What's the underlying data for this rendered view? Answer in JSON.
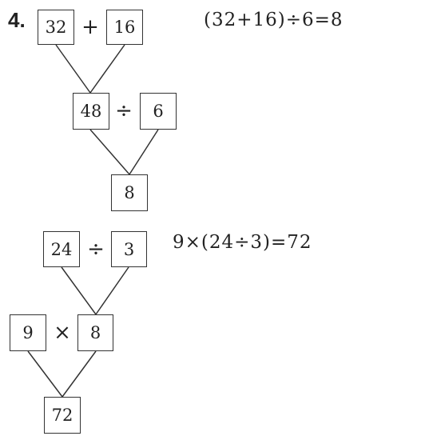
{
  "question_number": "4.",
  "tree1": {
    "top_left": "32",
    "top_op": "+",
    "top_right": "16",
    "mid_left": "48",
    "mid_op": "÷",
    "mid_right": "6",
    "result": "8",
    "equation": "(32+16)÷6=8"
  },
  "tree2": {
    "top_left": "24",
    "top_op": "÷",
    "top_right": "3",
    "mid_left": "9",
    "mid_op": "×",
    "mid_right": "8",
    "result": "72",
    "equation": "9×(24÷3)=72"
  }
}
